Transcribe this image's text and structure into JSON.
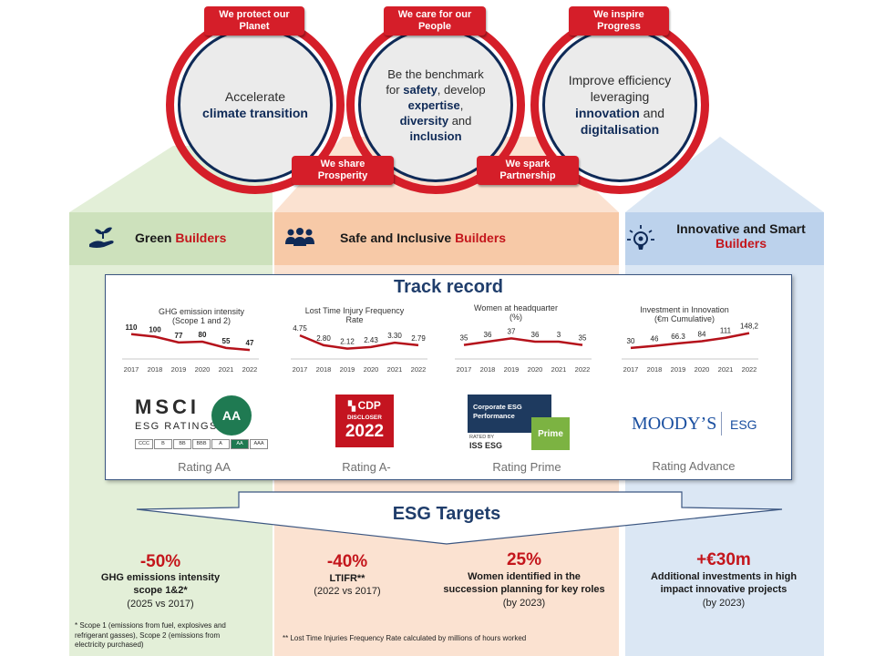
{
  "pillars": [
    {
      "tag": "We protect our Planet",
      "text_pre": "Accelerate",
      "text_bold": "climate transition"
    },
    {
      "tag": "We care for our People",
      "lines": [
        "Be the benchmark",
        "for",
        "safety",
        ", develop",
        "expertise",
        ",",
        "diversity",
        " and",
        "inclusion"
      ]
    },
    {
      "tag": "We inspire Progress",
      "lines": [
        "Improve efficiency",
        "leveraging",
        "innovation",
        " and",
        "digitalisation"
      ]
    }
  ],
  "links": {
    "prosperity": "We share Prosperity",
    "partnership": "We spark Partnership"
  },
  "columns": {
    "green": {
      "title": "Green ",
      "accent": "Builders"
    },
    "orange": {
      "title": "Safe and Inclusive ",
      "accent": "Builders"
    },
    "blue": {
      "title": "Innovative and Smart",
      "accent": "Builders"
    }
  },
  "track_record_title": "Track record",
  "mini_charts": [
    {
      "title": [
        "GHG emission intensity",
        "(Scope 1 and 2)"
      ],
      "years": [
        "2017",
        "2018",
        "2019",
        "2020",
        "2021",
        "2022"
      ],
      "values": [
        "110",
        "100",
        "77",
        "80",
        "55",
        "47"
      ],
      "series": [
        110,
        100,
        77,
        80,
        55,
        47
      ],
      "ylim": [
        40,
        120
      ]
    },
    {
      "title": [
        "Lost Time Injury Frequency",
        "Rate"
      ],
      "years": [
        "2017",
        "2018",
        "2019",
        "2020",
        "2021",
        "2022"
      ],
      "values": [
        "4.75",
        "2.80",
        "2.12",
        "2.43",
        "3.30",
        "2.79"
      ],
      "series": [
        4.75,
        2.8,
        2.12,
        2.43,
        3.3,
        2.79
      ],
      "ylim": [
        1.5,
        5.5
      ]
    },
    {
      "title": [
        "Women at headquarter",
        "(%)"
      ],
      "years": [
        "2017",
        "2018",
        "2019",
        "2020",
        "2021",
        "2022"
      ],
      "values": [
        "35",
        "36",
        "37",
        "36",
        "3",
        "35"
      ],
      "series": [
        35,
        36,
        37,
        36,
        36,
        35
      ],
      "ylim": [
        33,
        39
      ]
    },
    {
      "title": [
        "Investment in Innovation",
        "(€m Cumulative)"
      ],
      "years": [
        "2017",
        "2018",
        "2019",
        "2020",
        "2021",
        "2022"
      ],
      "values": [
        "30",
        "46",
        "66.3",
        "84",
        "111",
        "148,2"
      ],
      "series": [
        30,
        46,
        66.3,
        84,
        111,
        148.2
      ],
      "ylim": [
        0,
        160
      ]
    }
  ],
  "ratings": {
    "msci": {
      "name": "MSCI",
      "sub": "ESG RATINGS",
      "grade": "AA",
      "scale": [
        "CCC",
        "B",
        "BB",
        "BBB",
        "A",
        "AA",
        "AAA"
      ],
      "label": "Rating AA"
    },
    "cdp": {
      "name": "CDP",
      "sub": "DISCLOSER",
      "year": "2022",
      "label": "Rating A-"
    },
    "iss": {
      "line1": "Corporate ESG",
      "line2": "Performance",
      "badge": "Prime",
      "rated": "RATED BY",
      "brand": "ISS ESG",
      "label": "Rating Prime"
    },
    "moodys": {
      "name": "MOODY’S",
      "esg": "ESG",
      "label": "Rating Advance"
    }
  },
  "esg_targets_title": "ESG Targets",
  "targets": [
    {
      "pct": "-50%",
      "desc": [
        "GHG  emissions intensity",
        "scope 1&2*"
      ],
      "sub": "(2025 vs 2017)"
    },
    {
      "pct": "-40%",
      "desc": [
        "LTIFR**"
      ],
      "sub": "(2022 vs 2017)"
    },
    {
      "pct": "25%",
      "desc": [
        "Women identified in the",
        "succession planning  for key roles"
      ],
      "sub": "(by 2023)"
    },
    {
      "pct": "+€30m",
      "desc": [
        "Additional investments in high",
        "impact innovative projects"
      ],
      "sub": "(by 2023)"
    }
  ],
  "footnotes": {
    "scope": [
      "* Scope 1 (emissions from fuel, explosives and",
      "refrigerant gasses), Scope 2 (emissions from",
      "electricity purchased)"
    ],
    "ltifr": "** Lost Time  Injuries Frequency Rate calculated by millions of hours worked"
  },
  "colors": {
    "red": "#d51e29",
    "navy": "#0f2a57",
    "line": "#b5121b"
  }
}
